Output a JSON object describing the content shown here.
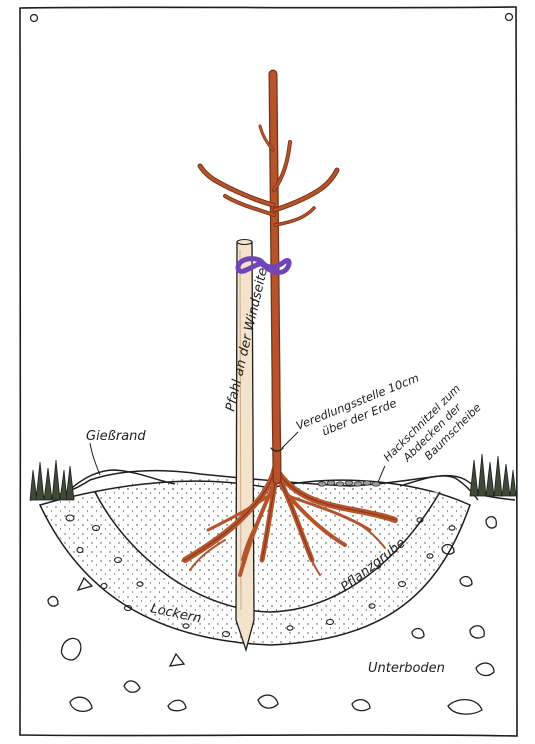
{
  "labels": {
    "giessrand": "Gießrand",
    "pfahl": "Pfahl an der Windseite",
    "veredlung_line1": "Veredlungsstelle 10cm",
    "veredlung_line2": "über der Erde",
    "hack_line1": "Hackschnitzel zum",
    "hack_line2": "Abdecken der",
    "hack_line3": "Baumscheibe",
    "pflanzgrube": "Pflanzgrube",
    "lockern": "Lockern",
    "unterboden": "Unterboden"
  },
  "colors": {
    "ink": "#1e1e1e",
    "trunk": "#b5532b",
    "trunk_dark": "#7a3018",
    "stake": "#f3e2cc",
    "tie": "#6f45b8",
    "grass": "#3d4a35",
    "mulch": "#9a9aa0"
  },
  "icons": [
    "pushpin-icon",
    "grass-tuft-icon",
    "stone-icon"
  ]
}
